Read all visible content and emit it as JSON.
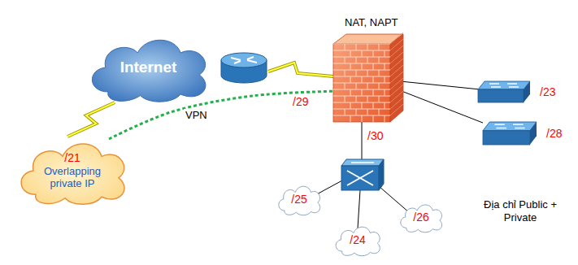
{
  "diagram": {
    "nodes": [
      {
        "text": [
          "Internet"
        ]
      },
      {
        "text": [
          "NAT, NAPT"
        ]
      },
      {
        "text": [
          "/23"
        ]
      },
      {
        "text": [
          "/28"
        ]
      },
      {
        "text": [
          "/25"
        ]
      },
      {
        "text": [
          "/24"
        ]
      },
      {
        "text": [
          "/26"
        ]
      },
      {
        "text": [
          "/21",
          "Overlapping private IP"
        ]
      }
    ],
    "edges": [
      {
        "from": 7,
        "to": 0,
        "arrow": "none"
      },
      {
        "from": 7,
        "to": 1,
        "label": "VPN",
        "arrow": "none"
      },
      {
        "from": 1,
        "to": 2,
        "arrow": "none"
      },
      {
        "from": 1,
        "to": 3,
        "arrow": "none"
      }
    ],
    "labels": [
      "/29",
      "/30",
      "Địa chỉ Public + Private"
    ]
  }
}
